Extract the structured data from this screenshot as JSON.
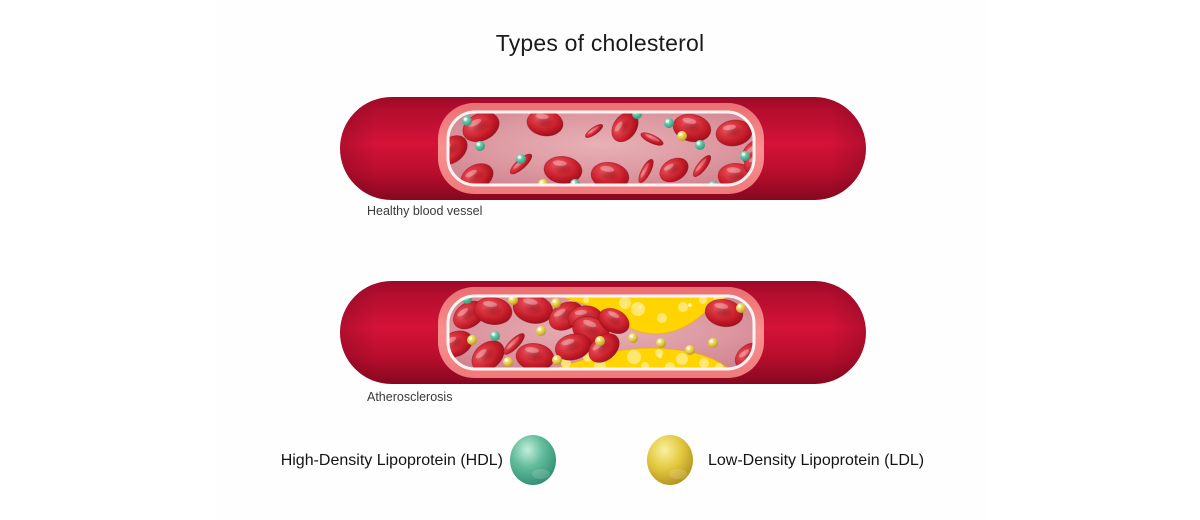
{
  "title": "Types of cholesterol",
  "vessels": [
    {
      "id": "healthy",
      "label": "Healthy blood vessel",
      "cells": [
        [
          481,
          127,
          -25,
          1,
          "disc"
        ],
        [
          545,
          123,
          8,
          0.95,
          "disc"
        ],
        [
          594,
          131,
          -35,
          0.6,
          "side"
        ],
        [
          625,
          127,
          -55,
          0.85,
          "disc"
        ],
        [
          652,
          139,
          25,
          0.7,
          "side"
        ],
        [
          692,
          128,
          12,
          1,
          "disc"
        ],
        [
          734,
          133,
          -8,
          0.95,
          "disc"
        ],
        [
          757,
          152,
          -35,
          0.85,
          "disc"
        ],
        [
          452,
          150,
          -40,
          0.9,
          "disc"
        ],
        [
          477,
          177,
          -28,
          0.9,
          "disc"
        ],
        [
          521,
          164,
          -42,
          0.8,
          "side"
        ],
        [
          563,
          170,
          6,
          1,
          "disc"
        ],
        [
          610,
          176,
          10,
          1,
          "disc"
        ],
        [
          646,
          171,
          -62,
          0.75,
          "side"
        ],
        [
          674,
          170,
          -30,
          0.8,
          "disc"
        ],
        [
          702,
          166,
          -52,
          0.75,
          "side"
        ],
        [
          737,
          177,
          6,
          1,
          "disc"
        ],
        [
          759,
          163,
          -20,
          0.8,
          "disc"
        ]
      ],
      "hdl": [
        [
          467,
          121
        ],
        [
          480,
          146
        ],
        [
          521,
          159
        ],
        [
          575,
          184
        ],
        [
          637,
          114
        ],
        [
          669,
          123
        ],
        [
          700,
          145
        ],
        [
          745,
          156
        ],
        [
          713,
          186
        ]
      ],
      "ldl": [
        [
          682,
          136
        ],
        [
          543,
          184
        ]
      ]
    },
    {
      "id": "atherosclerosis",
      "label": "Atherosclerosis",
      "plaque": true,
      "cells": [
        [
          469,
          315,
          -35,
          0.9,
          "disc"
        ],
        [
          493,
          311,
          8,
          1,
          "disc"
        ],
        [
          533,
          309,
          12,
          1.05,
          "disc"
        ],
        [
          456,
          344,
          -25,
          0.9,
          "disc"
        ],
        [
          488,
          356,
          -40,
          0.95,
          "disc"
        ],
        [
          514,
          344,
          -45,
          0.8,
          "side"
        ],
        [
          535,
          357,
          8,
          1,
          "disc"
        ],
        [
          566,
          316,
          -30,
          0.95,
          "disc"
        ],
        [
          585,
          318,
          -5,
          0.9,
          "disc"
        ],
        [
          591,
          331,
          22,
          1,
          "disc"
        ],
        [
          573,
          347,
          -15,
          0.95,
          "disc"
        ],
        [
          604,
          348,
          -40,
          0.9,
          "disc"
        ],
        [
          614,
          321,
          28,
          0.85,
          "disc"
        ],
        [
          724,
          313,
          10,
          1,
          "disc"
        ],
        [
          750,
          356,
          -35,
          0.85,
          "disc"
        ]
      ],
      "hdl": [
        [
          467,
          299
        ],
        [
          495,
          336
        ]
      ],
      "ldl": [
        [
          513,
          300
        ],
        [
          556,
          303
        ],
        [
          472,
          340
        ],
        [
          541,
          331
        ],
        [
          508,
          362
        ],
        [
          557,
          360
        ],
        [
          600,
          341
        ],
        [
          633,
          338
        ],
        [
          661,
          343
        ],
        [
          690,
          350
        ],
        [
          713,
          343
        ],
        [
          741,
          308
        ]
      ]
    }
  ],
  "legend": [
    {
      "id": "hdl",
      "label": "High-Density Lipoprotein (HDL)",
      "color": "#47ab8b"
    },
    {
      "id": "ldl",
      "label": "Low-Density Lipoprotein (LDL)",
      "color": "#dcc23e"
    }
  ]
}
